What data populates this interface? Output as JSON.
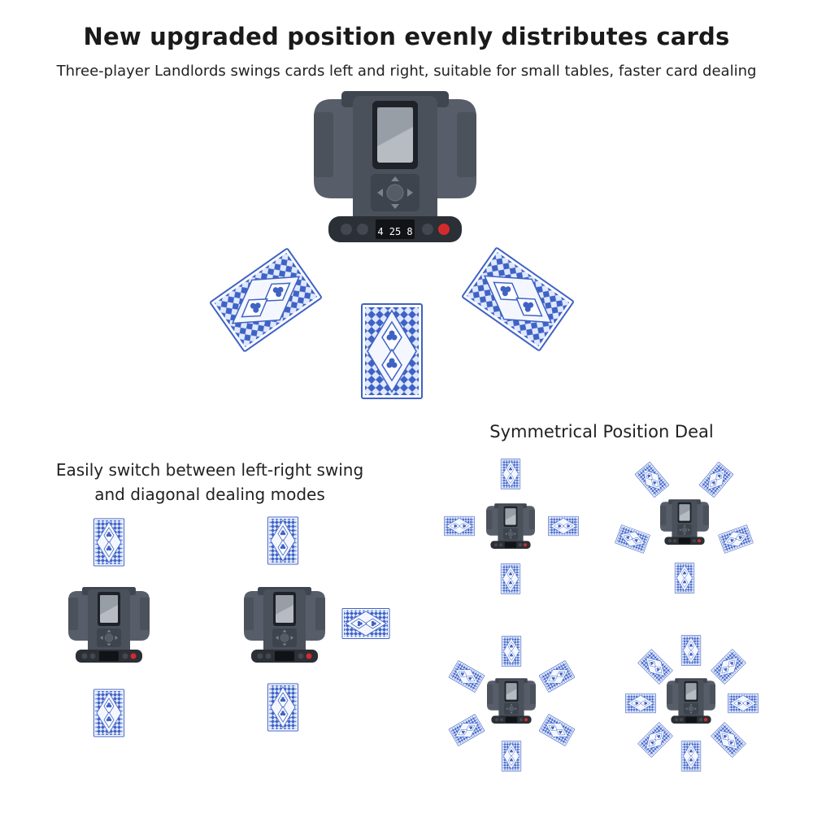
{
  "header": {
    "title": "New upgraded position evenly distributes cards",
    "subtitle": "Three-player Landlords swings cards left and right, suitable for small tables, faster card dealing"
  },
  "main_device": {
    "display_digits": "4 25 8"
  },
  "sections": {
    "left_caption_line1": "Easily switch between left-right swing",
    "left_caption_line2": "and diagonal dealing modes",
    "right_caption": "Symmetrical Position Deal"
  },
  "colors": {
    "card_blue": "#3f63c4",
    "card_light": "#dfe8ff",
    "device_body": "#565d68",
    "device_dark": "#2b2f36",
    "accent_red": "#d42a2a"
  }
}
